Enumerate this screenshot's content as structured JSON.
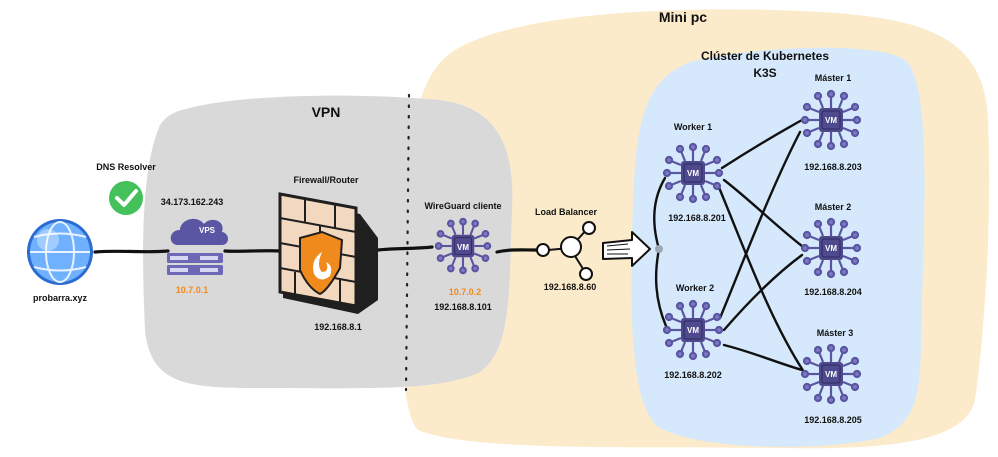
{
  "zones": {
    "minipc_label": "Mini pc",
    "vpn_label": "VPN",
    "cluster_title": "Clúster de Kubernetes",
    "cluster_subtitle": "K3S"
  },
  "client": {
    "label": "probarra.xyz",
    "icon": "globe-icon"
  },
  "dns": {
    "label": "DNS Resolver",
    "icon": "check-circle-icon",
    "color": "#44c15a"
  },
  "vps": {
    "public_ip": "34.173.162.243",
    "badge": "VPS",
    "vpn_ip": "10.7.0.1",
    "icon": "cloud-server-icon"
  },
  "firewall": {
    "title": "Firewall/Router",
    "ip": "192.168.8.1",
    "icon": "firewall-shield-icon"
  },
  "wireguard": {
    "title": "WireGuard cliente",
    "vpn_ip": "10.7.0.2",
    "ip": "192.168.8.101",
    "badge": "VM"
  },
  "load_balancer": {
    "title": "Load Balancer",
    "ip": "192.168.8.60",
    "icon": "share-nodes-icon"
  },
  "workers": [
    {
      "title": "Worker 1",
      "ip": "192.168.8.201",
      "badge": "VM"
    },
    {
      "title": "Worker 2",
      "ip": "192.168.8.202",
      "badge": "VM"
    }
  ],
  "masters": [
    {
      "title": "Máster 1",
      "ip": "192.168.8.203",
      "badge": "VM"
    },
    {
      "title": "Máster 2",
      "ip": "192.168.8.204",
      "badge": "VM"
    },
    {
      "title": "Máster 3",
      "ip": "192.168.8.205",
      "badge": "VM"
    }
  ],
  "colors": {
    "minipc_bg": "#fcebcb",
    "vpn_bg": "#d9d9d9",
    "cluster_bg": "#d6e8fb",
    "vm_purple": "#4f4a8e",
    "vm_light": "#7e79c4",
    "accent_orange": "#f08a1c",
    "brick": "#f3d8c0"
  }
}
